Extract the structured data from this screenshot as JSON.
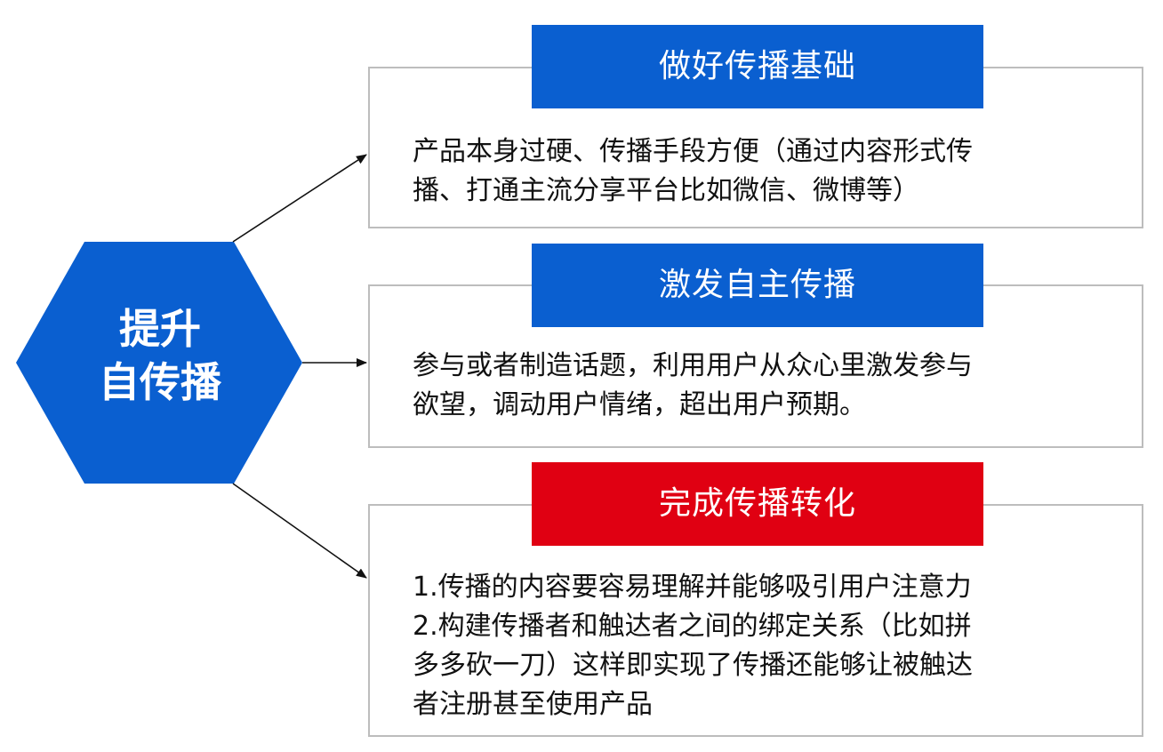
{
  "colors": {
    "blue": "#0a5fd0",
    "red": "#e00012",
    "border": "#bdbdbd",
    "text": "#111111"
  },
  "center": {
    "line1": "提升",
    "line2": "自传播"
  },
  "sections": [
    {
      "title": "做好传播基础",
      "color": "#0a5fd0",
      "body": "产品本身过硬、传播手段方便（通过内容形式传\n播、打通主流分享平台比如微信、微博等）"
    },
    {
      "title": "激发自主传播",
      "color": "#0a5fd0",
      "body": "参与或者制造话题，利用用户从众心里激发参与\n欲望，调动用户情绪，超出用户预期。"
    },
    {
      "title": "完成传播转化",
      "color": "#e00012",
      "body": "1.传播的内容要容易理解并能够吸引用户注意力\n2.构建传播者和触达者之间的绑定关系（比如拼\n多多砍一刀）这样即实现了传播还能够让被触达\n者注册甚至使用产品"
    }
  ]
}
